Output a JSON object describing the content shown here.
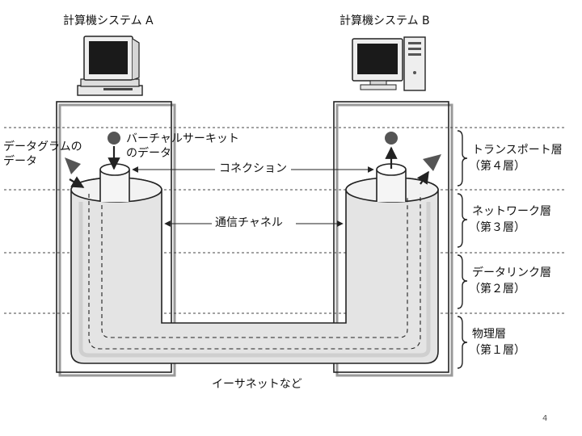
{
  "systems": {
    "a": {
      "title": "計算機システム A"
    },
    "b": {
      "title": "計算機システム B"
    }
  },
  "labels": {
    "datagram_data": [
      "データグラムの",
      "データ"
    ],
    "virtual_circuit_data": [
      "バーチャルサーキット",
      "のデータ"
    ],
    "connection": "コネクション",
    "communication_channel": "通信チャネル",
    "ethernet": "イーサネットなど"
  },
  "layers": [
    {
      "name": "トランスポート層",
      "number": "（第４層）"
    },
    {
      "name": "ネットワーク層",
      "number": "（第３層）"
    },
    {
      "name": "データリンク層",
      "number": "（第２層）"
    },
    {
      "name": "物理層",
      "number": "（第１層）"
    }
  ],
  "page_number": "4",
  "colors": {
    "line": "#222222",
    "pipe_fill": "#e4e4e4",
    "pipe_shade": "#cfcfcf",
    "dot": "#555555",
    "triangle": "#555555",
    "dashed": "#444444"
  }
}
